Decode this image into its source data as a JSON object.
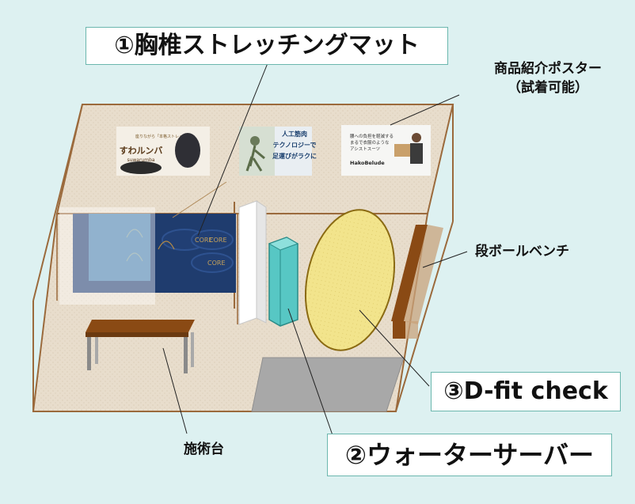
{
  "callouts": {
    "mat": "①胸椎ストレッチングマット",
    "water": "②ウォーターサーバー",
    "dfit": "③D-fit check"
  },
  "labels": {
    "poster_line1": "商品紹介ポスター",
    "poster_line2": "（試着可能）",
    "bench": "段ボールベンチ",
    "table": "施術台"
  },
  "posters": [
    {
      "top_text": "座りながら「本格ストレッチ」",
      "title": "すわルンバ",
      "subtitle": "suwarumba"
    },
    {
      "lines": [
        "人工筋肉",
        "テクノロジーで",
        "足運びがラクに"
      ]
    },
    {
      "lines": [
        "腰への負担を軽減する",
        "まるで衣服のような",
        "アシストスーツ"
      ],
      "brand": "HakoBelude"
    }
  ],
  "mat_labels": [
    "CORE",
    "CORE",
    "CORE"
  ],
  "colors": {
    "background": "#ddf1f1",
    "floor": "#e7dccb",
    "wall_line": "#9b6a3c",
    "callout_border": "#6bb7ae",
    "mat": "#1f3c6e",
    "water_server": "#57c7c4",
    "dfit_oval": "#f3e48a",
    "bench": "#8a4a14",
    "floor_panel": "#a9a9a9"
  }
}
